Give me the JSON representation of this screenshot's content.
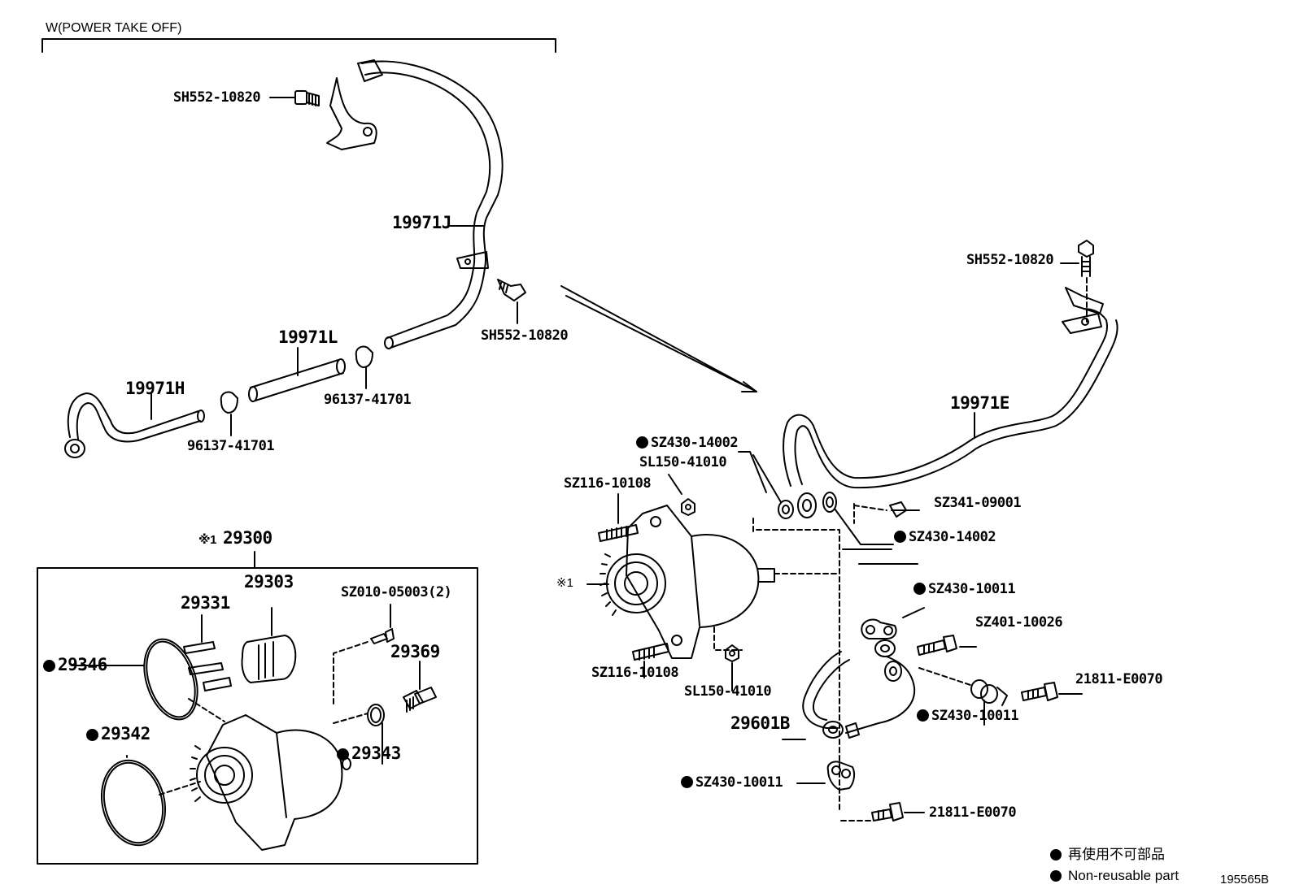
{
  "header": {
    "title": "W(POWER TAKE OFF)"
  },
  "labels": {
    "bolt_top_left": "SH552-10820",
    "pipe_j": "19971J",
    "bolt_mid": "SH552-10820",
    "hose_l": "19971L",
    "pipe_h": "19971H",
    "clamp_upper": "96137-41701",
    "clamp_lower": "96137-41701",
    "bolt_right": "SH552-10820",
    "pipe_e": "19971E",
    "gasket_a": "SZ430-14002",
    "nut_a": "SL150-41010",
    "stud_a": "SZ116-10108",
    "union_bolt": "SZ341-09001",
    "gasket_b": "SZ430-14002",
    "ref_mark_pump": "※1",
    "gasket_c": "SZ430-10011",
    "union_b": "SZ401-10026",
    "stud_b": "SZ116-10108",
    "nut_b": "SL150-41010",
    "bolt_21811_a": "21811-E0070",
    "gasket_d": "SZ430-10011",
    "pipe_b": "29601B",
    "gasket_e": "SZ430-10011",
    "bolt_21811_b": "21811-E0070",
    "assy_mark": "※1",
    "assy_number": "29300",
    "part_29303": "29303",
    "part_29331": "29331",
    "screw_sz010": "SZ010-05003(2)",
    "oring_29346": "29346",
    "sensor_29369": "29369",
    "oring_29342": "29342",
    "oring_29343": "29343"
  },
  "legend": {
    "jp": "再使用不可部品",
    "en": "Non-reusable part"
  },
  "figure_number": "195565B"
}
